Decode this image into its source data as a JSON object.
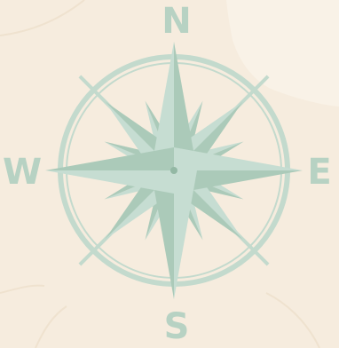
{
  "compass": {
    "north_label": "N",
    "south_label": "S",
    "west_label": "W",
    "east_label": "E"
  },
  "colors": {
    "background": "#f6ecde",
    "terrain_light": "#f9f2e7",
    "terrain_line": "#efe2cf",
    "rose_light": "#c6ddd2",
    "rose_mid": "#abcab9",
    "rose_dark": "#93b8a4",
    "ring": "#c3dacd",
    "letters": "#b7d2c3"
  },
  "icons": {
    "rose": "compass-rose-icon"
  }
}
